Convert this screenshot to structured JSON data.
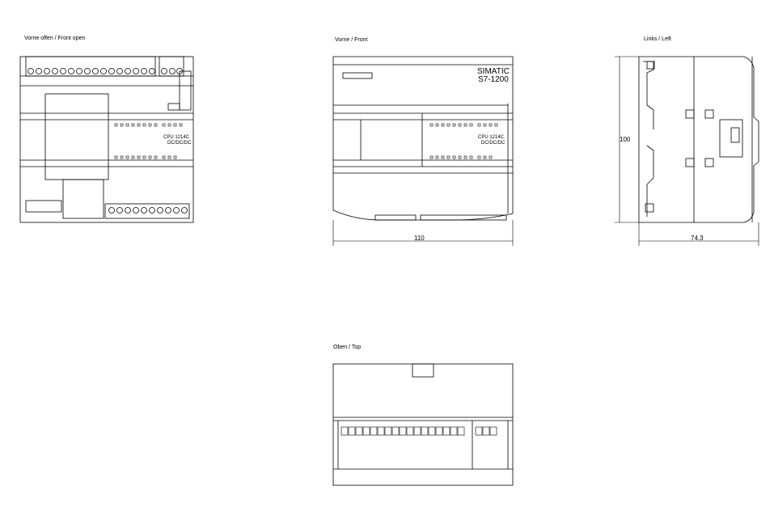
{
  "views": {
    "front_open": {
      "title": "Vorne offen / Front open"
    },
    "front": {
      "title": "Vorne / Front",
      "brand_line1": "SIMATIC",
      "brand_line2": "S7-1200",
      "cpu_label": "CPU 1214C",
      "cpu_sub": "DC/DC/DC",
      "width_dim": "110"
    },
    "left": {
      "title": "Links / Left",
      "height_dim": "100",
      "depth_dim": "74.3"
    },
    "top": {
      "title": "Oben / Top"
    }
  },
  "colors": {
    "line": "#000000",
    "bg": "#ffffff"
  }
}
